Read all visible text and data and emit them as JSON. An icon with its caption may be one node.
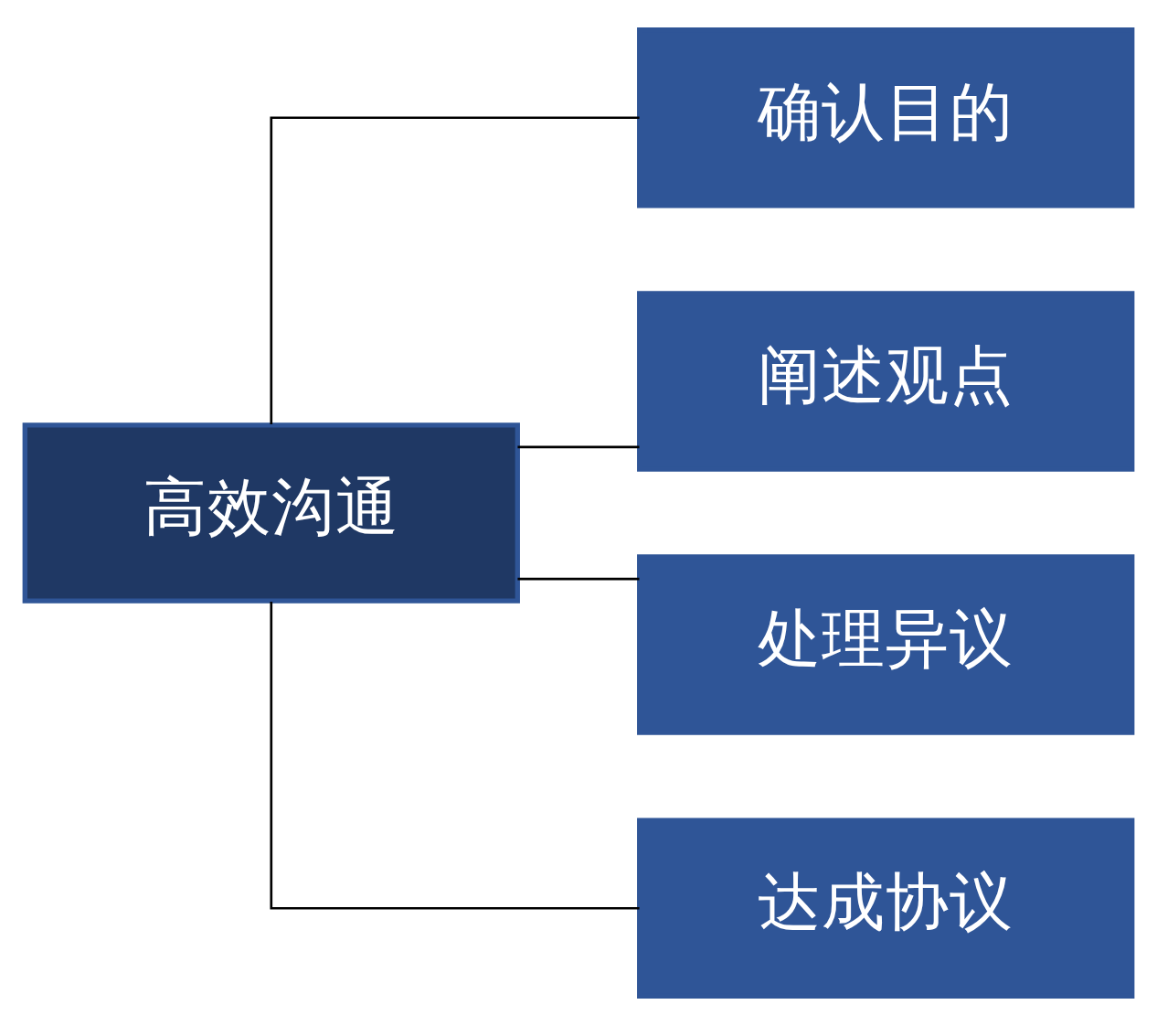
{
  "diagram": {
    "nodes": [
      {
        "text": [
          "高效沟通"
        ]
      },
      {
        "text": [
          "确认目的"
        ]
      },
      {
        "text": [
          "阐述观点"
        ]
      },
      {
        "text": [
          "处理异议"
        ]
      },
      {
        "text": [
          "达成协议"
        ]
      }
    ],
    "edges": [
      {
        "from": 0,
        "to": 1,
        "arrow": "none"
      },
      {
        "from": 0,
        "to": 2,
        "arrow": "none"
      },
      {
        "from": 0,
        "to": 3,
        "arrow": "none"
      },
      {
        "from": 0,
        "to": 4,
        "arrow": "none"
      }
    ]
  }
}
